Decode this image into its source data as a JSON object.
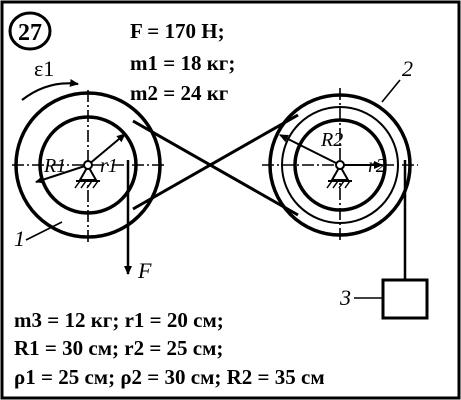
{
  "problem": {
    "number": "27"
  },
  "given_top": {
    "force": "F = 170 Н;",
    "m1": "m1 = 18 кг;",
    "m2": "m2 = 24 кг"
  },
  "labels": {
    "epsilon1": "ε1",
    "R1": "R1",
    "r1": "r1",
    "R2": "R2",
    "r2": "r2",
    "body1": "1",
    "body2": "2",
    "body3": "3",
    "F": "F"
  },
  "given_bottom": {
    "line1": "m3 = 12 кг; r1 = 20 см;",
    "line2": "R1 = 30 см; r2 = 25 см;",
    "line3": "ρ1 = 25 см; ρ2 = 30 см; R2 = 35 см"
  }
}
